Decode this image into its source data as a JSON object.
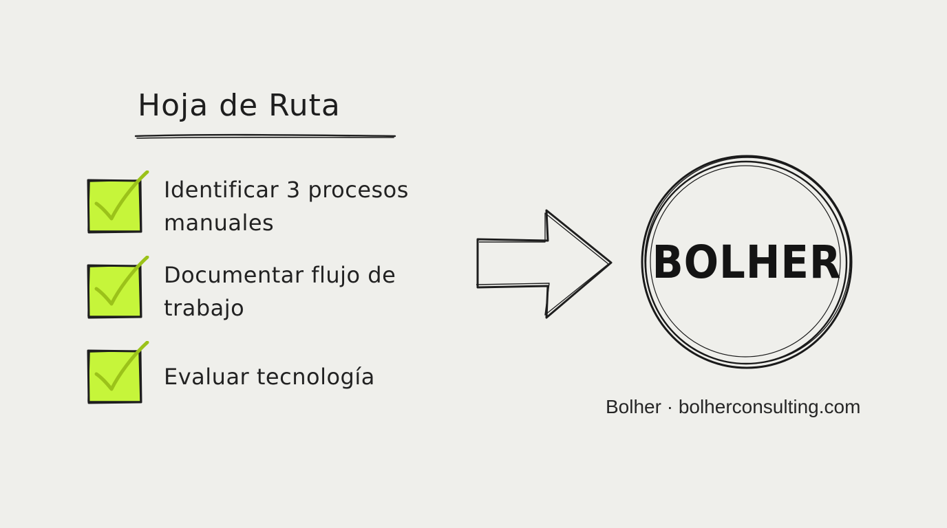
{
  "title": "Hoja de Ruta",
  "checklist": [
    {
      "text": "Identificar 3 procesos manuales",
      "checked": true
    },
    {
      "text": "Documentar flujo de trabajo",
      "checked": true
    },
    {
      "text": "Evaluar tecnología",
      "checked": true
    }
  ],
  "brand": "BOLHER",
  "footer": "Bolher · bolherconsulting.com",
  "colors": {
    "background": "#efefeb",
    "check_fill": "#c6f53a",
    "check_mark": "#9bc21a",
    "ink": "#1c1c1c"
  },
  "icons": {
    "checkbox": "checkbox-checked-icon",
    "arrow": "arrow-right-icon",
    "badge": "circle-badge"
  }
}
